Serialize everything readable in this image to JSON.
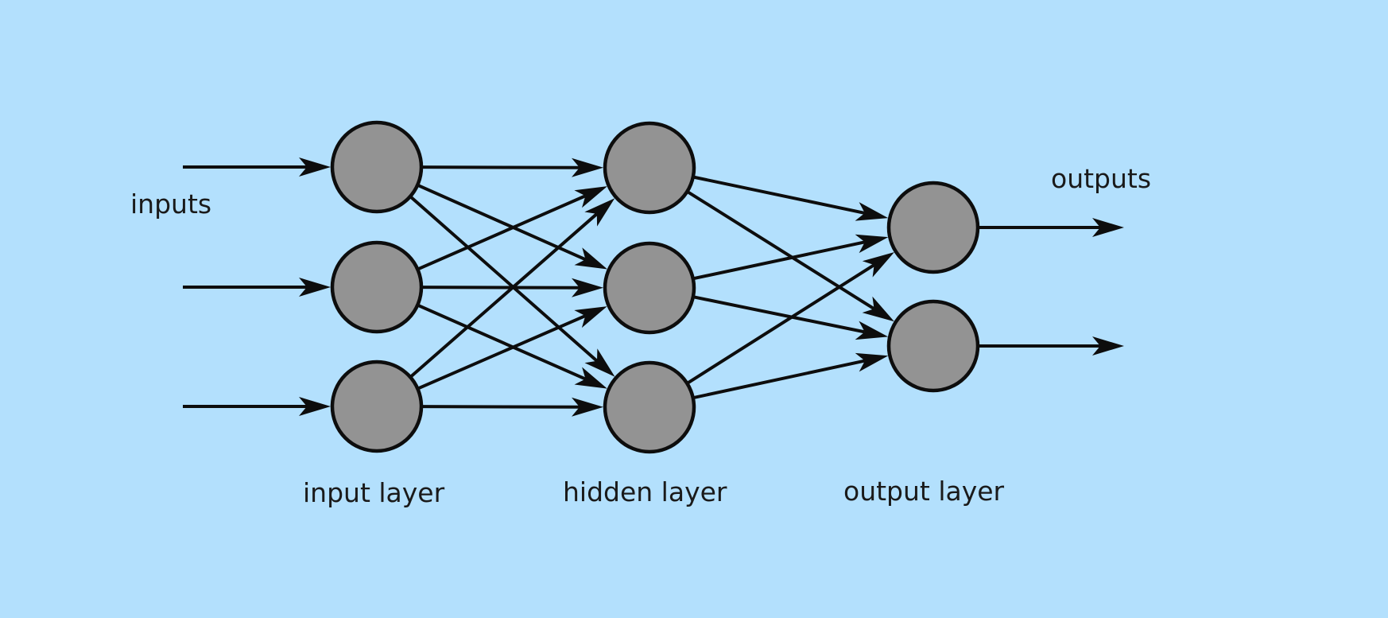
{
  "colors": {
    "background": "#b3e0fd",
    "node_fill": "#939393",
    "stroke": "#0d0d0d",
    "text": "#1a1a1a"
  },
  "labels": {
    "inputs": "inputs",
    "outputs": "outputs",
    "input_layer": "input layer",
    "hidden_layer": "hidden layer",
    "output_layer": "output layer"
  },
  "network": {
    "layers": [
      {
        "id": "input",
        "node_count": 3
      },
      {
        "id": "hidden",
        "node_count": 3
      },
      {
        "id": "output",
        "node_count": 2
      }
    ],
    "input_arrow_count": 3,
    "output_arrow_count": 2,
    "fully_connected": true
  }
}
